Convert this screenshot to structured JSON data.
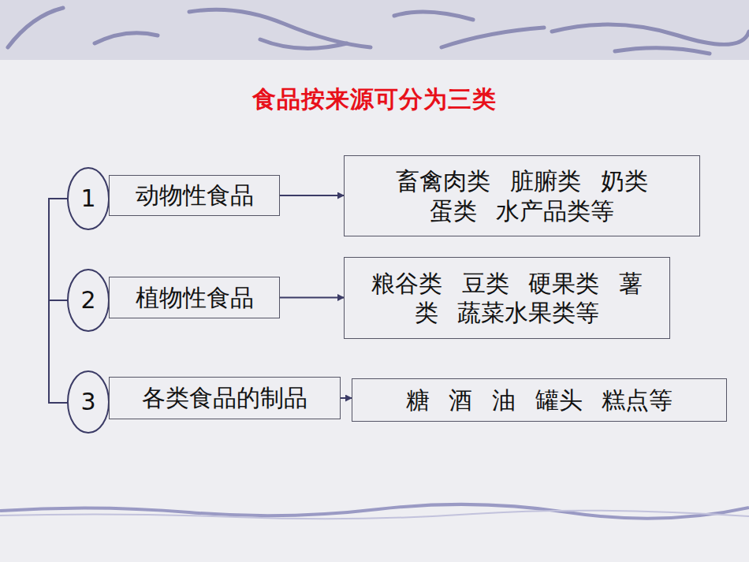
{
  "diagram": {
    "title": "食品按来源可分为三类",
    "nodes": [
      {
        "text": [
          "1"
        ]
      },
      {
        "text": [
          "动物性食品"
        ]
      },
      {
        "text": [
          "畜禽肉类 脏腑类 奶类 蛋类 水产品类等"
        ]
      },
      {
        "text": [
          "2"
        ]
      },
      {
        "text": [
          "植物性食品"
        ]
      },
      {
        "text": [
          "粮谷类 豆类 硬果类 薯类 蔬菜水果类等"
        ]
      },
      {
        "text": [
          "3"
        ]
      },
      {
        "text": [
          "各类食品的制品"
        ]
      },
      {
        "text": [
          "糖 酒 油 罐头 糕点等"
        ]
      }
    ],
    "edges": [
      {
        "from": 1,
        "to": 2,
        "arrow": "to"
      },
      {
        "from": 4,
        "to": 5,
        "arrow": "to"
      },
      {
        "from": 7,
        "to": 8,
        "arrow": "to"
      }
    ]
  }
}
